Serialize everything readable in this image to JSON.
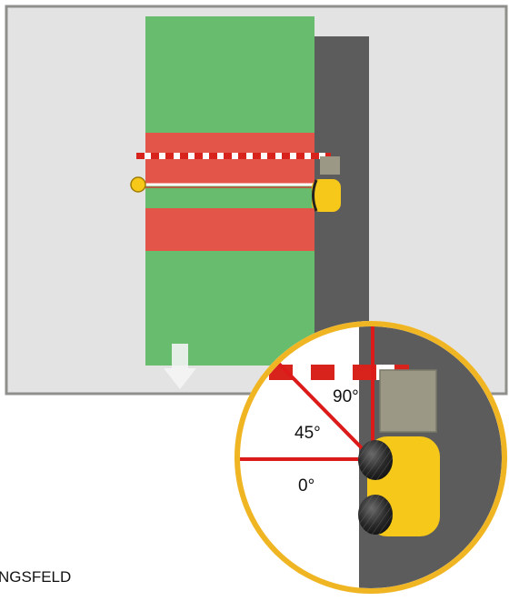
{
  "labels": {
    "angle_90": "90°",
    "angle_45": "45°",
    "angle_0": "0°",
    "bottom_caption": "NGSFELD"
  },
  "colors": {
    "frame_bg": "#e3e3e3",
    "frame_border": "#8f8f8c",
    "green_field": "#67bc6d",
    "red_zone": "#e35549",
    "track": "#5c5c5c",
    "yellow": "#f6c819",
    "magnifier_ring": "#f0b523",
    "angle_line": "#dd1a1a",
    "sensor_box": "#9b9985",
    "down_arrow": "#f4f4f4"
  },
  "icons": {
    "down_arrow": "arrow-down-icon",
    "wheels": "wheel-icon"
  }
}
